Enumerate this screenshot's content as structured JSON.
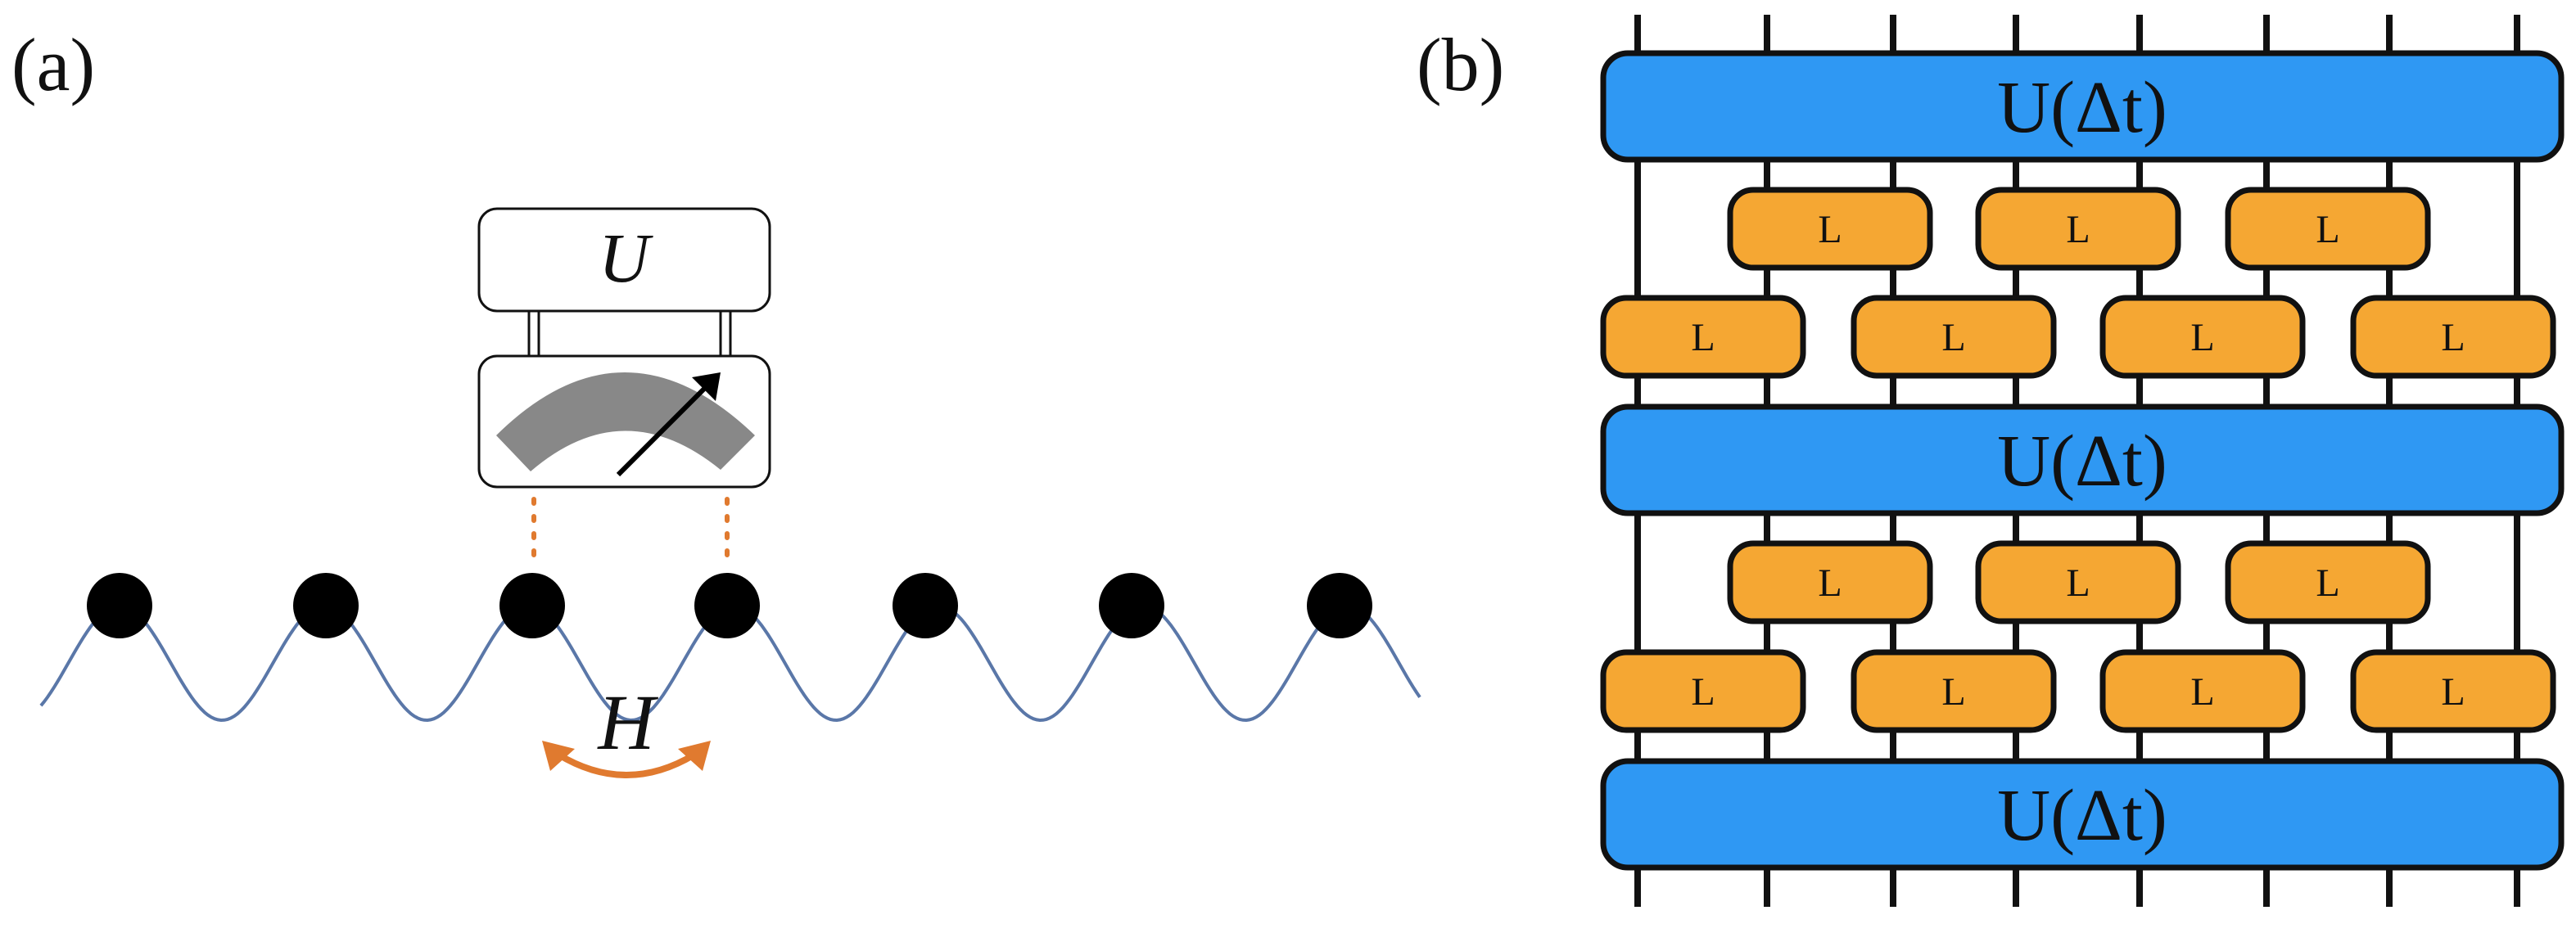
{
  "panel_a": {
    "label": "(a)",
    "unitary_label": "U",
    "hamiltonian_label": "H",
    "atom_count": 7,
    "colors": {
      "potential": "#5a77a8",
      "coupling": "#e07a2f",
      "meter": "#888888",
      "atom": "#000000"
    }
  },
  "panel_b": {
    "label": "(b)",
    "block_label": "U(Δt)",
    "local_label": "L",
    "wire_count": 8,
    "colors": {
      "unitary_block": "#2f98f3",
      "local_gate": "#f5a733",
      "outline": "#111111"
    }
  }
}
